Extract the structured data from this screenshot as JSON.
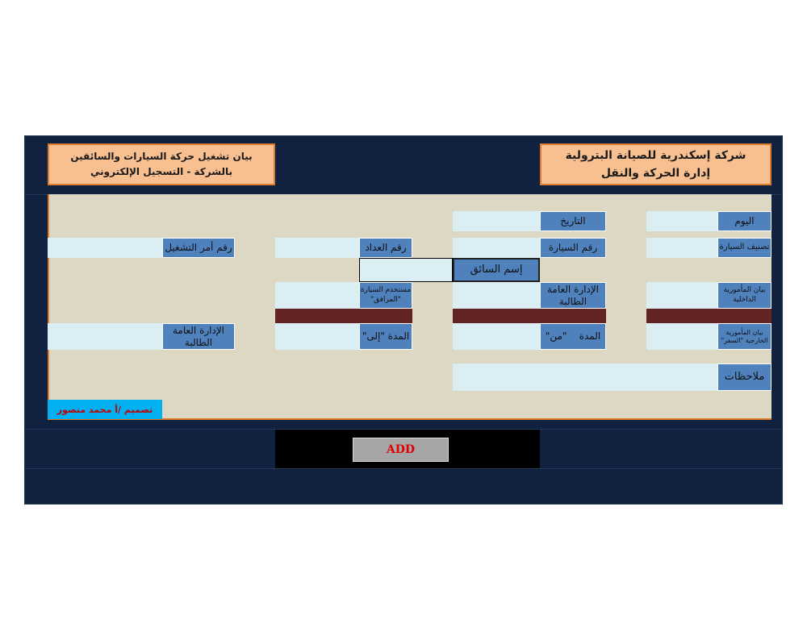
{
  "header": {
    "company": "شركة إسكندرية للصيانة البترولية",
    "department": "إدارة الحركة والنقل",
    "form_title": "بيان تشغيل حركة السيارات والسائقين بالشركة - التسجيل الإلكتروني"
  },
  "labels": {
    "day": "اليوم",
    "date": "التاريخ",
    "car_class": "تصنيف السيارة",
    "car_number": "رقم السيارة",
    "meter_number": "رقم العداد",
    "work_order": "رقم أمر التشغيل",
    "driver_name": "إسم السائق",
    "internal_mission": "بيان المأمورية الداخلية",
    "requesting_dept": "الإدارة العامة الطالبة",
    "car_user": "مستخدم السيارة \"المرافق\"",
    "external_mission": "بيان المأمورية الخارجية \"السفر\"",
    "period_from": "المدة    \"من\"",
    "period_to": "المدة \"إلى\"",
    "requesting_dept2": "الإدارة العامة الطالبة",
    "notes": "ملاحظات"
  },
  "footer": {
    "credit": "تصميم /أ محمد منصور",
    "add_button": "ADD"
  },
  "colors": {
    "background": "#10223f",
    "panel": "#ddd8c4",
    "label": "#4f81bd",
    "input": "#daeef3",
    "header": "#f8bf90",
    "bar": "#632423"
  }
}
